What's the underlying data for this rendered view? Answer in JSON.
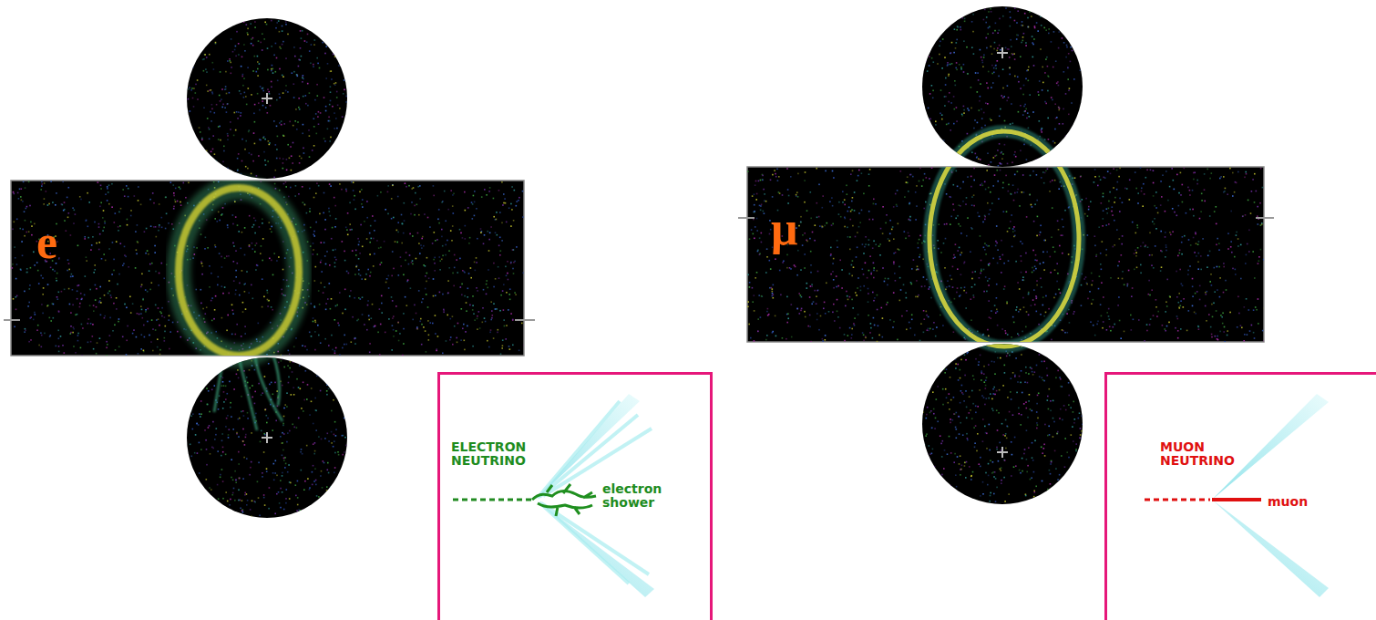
{
  "diagram": {
    "nodes": [
      {
        "text": [
          "e"
        ]
      },
      {
        "text": [
          "ELECTRON NEUTRINO",
          "electron shower"
        ]
      },
      {
        "text": [
          "μ"
        ]
      },
      {
        "text": [
          "MUON NEUTRINO",
          "muon"
        ]
      }
    ]
  }
}
